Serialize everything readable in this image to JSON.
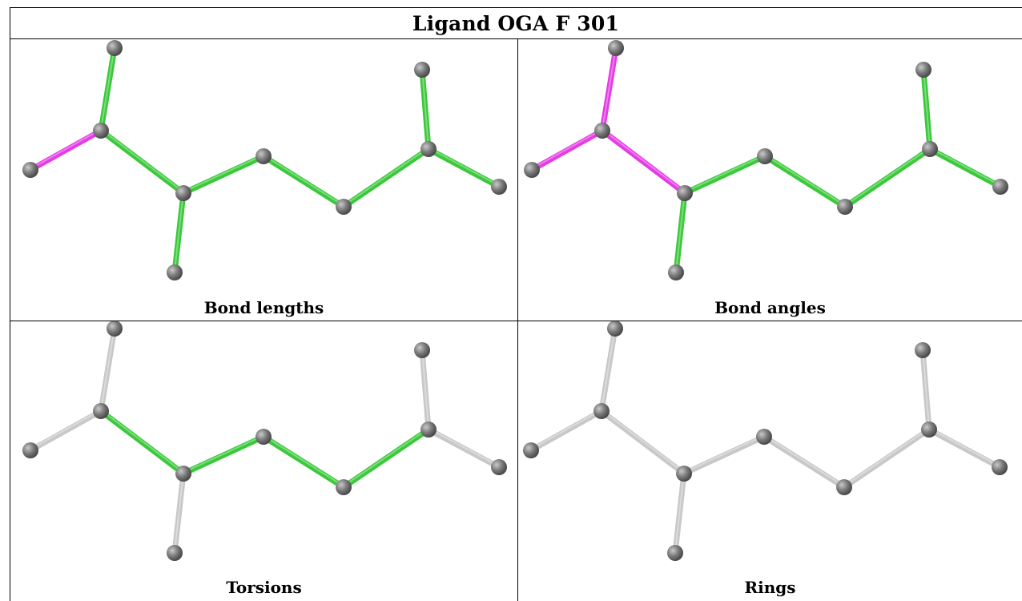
{
  "title": "Ligand OGA F 301",
  "atoms": [
    "a1",
    "a2",
    "a3",
    "a4",
    "a5",
    "a6",
    "a7",
    "a8",
    "a9",
    "a10"
  ],
  "panels": [
    {
      "caption": "Bond lengths",
      "bonds": [
        {
          "from": "a1",
          "to": "a2",
          "color": "#e53be5"
        },
        {
          "from": "a2",
          "to": "a3",
          "color": "#3ac93a"
        },
        {
          "from": "a2",
          "to": "a4",
          "color": "#3ac93a"
        },
        {
          "from": "a4",
          "to": "a5",
          "color": "#3ac93a"
        },
        {
          "from": "a4",
          "to": "a6",
          "color": "#3ac93a"
        },
        {
          "from": "a6",
          "to": "a7",
          "color": "#3ac93a"
        },
        {
          "from": "a7",
          "to": "a8",
          "color": "#3ac93a"
        },
        {
          "from": "a8",
          "to": "a9",
          "color": "#3ac93a"
        },
        {
          "from": "a8",
          "to": "a10",
          "color": "#3ac93a"
        }
      ]
    },
    {
      "caption": "Bond angles",
      "bonds": [
        {
          "from": "a1",
          "to": "a2",
          "color": "#e53be5"
        },
        {
          "from": "a2",
          "to": "a3",
          "color": "#e53be5"
        },
        {
          "from": "a2",
          "to": "a4",
          "color": "#e53be5"
        },
        {
          "from": "a4",
          "to": "a5",
          "color": "#3ac93a"
        },
        {
          "from": "a4",
          "to": "a6",
          "color": "#3ac93a"
        },
        {
          "from": "a6",
          "to": "a7",
          "color": "#3ac93a"
        },
        {
          "from": "a7",
          "to": "a8",
          "color": "#3ac93a"
        },
        {
          "from": "a8",
          "to": "a9",
          "color": "#3ac93a"
        },
        {
          "from": "a8",
          "to": "a10",
          "color": "#3ac93a"
        }
      ]
    },
    {
      "caption": "Torsions",
      "bonds": [
        {
          "from": "a1",
          "to": "a2",
          "color": "#c8c8c8"
        },
        {
          "from": "a2",
          "to": "a3",
          "color": "#c8c8c8"
        },
        {
          "from": "a2",
          "to": "a4",
          "color": "#3ac93a"
        },
        {
          "from": "a4",
          "to": "a5",
          "color": "#c8c8c8"
        },
        {
          "from": "a4",
          "to": "a6",
          "color": "#3ac93a"
        },
        {
          "from": "a6",
          "to": "a7",
          "color": "#3ac93a"
        },
        {
          "from": "a7",
          "to": "a8",
          "color": "#3ac93a"
        },
        {
          "from": "a8",
          "to": "a9",
          "color": "#c8c8c8"
        },
        {
          "from": "a8",
          "to": "a10",
          "color": "#c8c8c8"
        }
      ]
    },
    {
      "caption": "Rings",
      "bonds": [
        {
          "from": "a1",
          "to": "a2",
          "color": "#c8c8c8"
        },
        {
          "from": "a2",
          "to": "a3",
          "color": "#c8c8c8"
        },
        {
          "from": "a2",
          "to": "a4",
          "color": "#c8c8c8"
        },
        {
          "from": "a4",
          "to": "a5",
          "color": "#c8c8c8"
        },
        {
          "from": "a4",
          "to": "a6",
          "color": "#c8c8c8"
        },
        {
          "from": "a6",
          "to": "a7",
          "color": "#c8c8c8"
        },
        {
          "from": "a7",
          "to": "a8",
          "color": "#c8c8c8"
        },
        {
          "from": "a8",
          "to": "a9",
          "color": "#c8c8c8"
        },
        {
          "from": "a8",
          "to": "a10",
          "color": "#c8c8c8"
        }
      ]
    }
  ],
  "colors": {
    "atom": "#7a7a7a",
    "green": "#3ac93a",
    "magenta": "#e53be5",
    "grey": "#c8c8c8"
  }
}
